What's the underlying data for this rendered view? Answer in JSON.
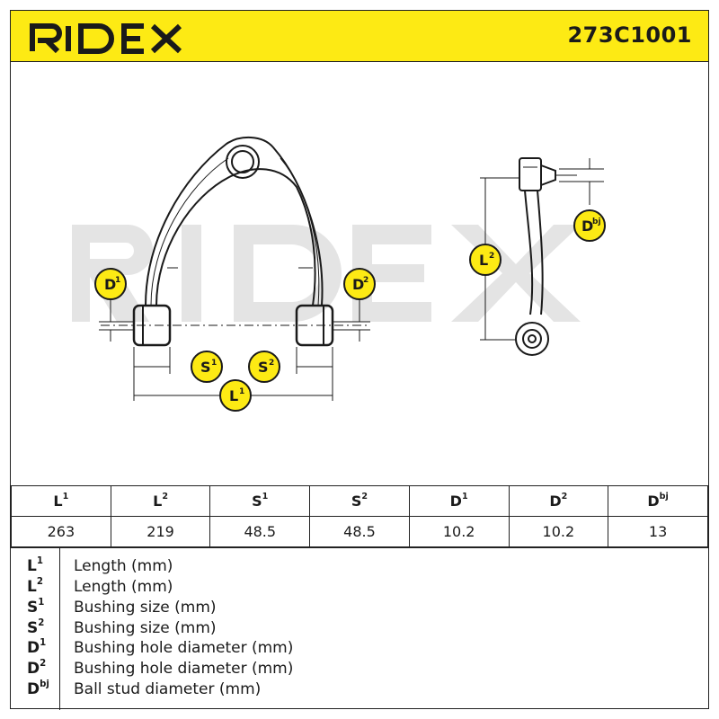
{
  "header": {
    "brand": "RIDEX",
    "part_number": "273C1001",
    "bg_color": "#fdea14"
  },
  "drawing": {
    "watermark": "RIDEX",
    "badges": {
      "d1": {
        "base": "D",
        "sup": "1"
      },
      "d2": {
        "base": "D",
        "sup": "2"
      },
      "s1": {
        "base": "S",
        "sup": "1"
      },
      "s2": {
        "base": "S",
        "sup": "2"
      },
      "l1": {
        "base": "L",
        "sup": "1"
      },
      "l2": {
        "base": "L",
        "sup": "2"
      },
      "dbj": {
        "base": "D",
        "sup": "bj"
      }
    },
    "badge_color": "#fdea14"
  },
  "specs": {
    "headers": [
      {
        "base": "L",
        "sup": "1"
      },
      {
        "base": "L",
        "sup": "2"
      },
      {
        "base": "S",
        "sup": "1"
      },
      {
        "base": "S",
        "sup": "2"
      },
      {
        "base": "D",
        "sup": "1"
      },
      {
        "base": "D",
        "sup": "2"
      },
      {
        "base": "D",
        "sup": "bj"
      }
    ],
    "values": [
      "263",
      "219",
      "48.5",
      "48.5",
      "10.2",
      "10.2",
      "13"
    ]
  },
  "legend": [
    {
      "base": "L",
      "sup": "1",
      "desc": "Length (mm)"
    },
    {
      "base": "L",
      "sup": "2",
      "desc": "Length (mm)"
    },
    {
      "base": "S",
      "sup": "1",
      "desc": "Bushing size (mm)"
    },
    {
      "base": "S",
      "sup": "2",
      "desc": "Bushing size (mm)"
    },
    {
      "base": "D",
      "sup": "1",
      "desc": "Bushing hole diameter (mm)"
    },
    {
      "base": "D",
      "sup": "2",
      "desc": "Bushing hole diameter (mm)"
    },
    {
      "base": "D",
      "sup": "bj",
      "desc": "Ball stud diameter (mm)"
    }
  ]
}
